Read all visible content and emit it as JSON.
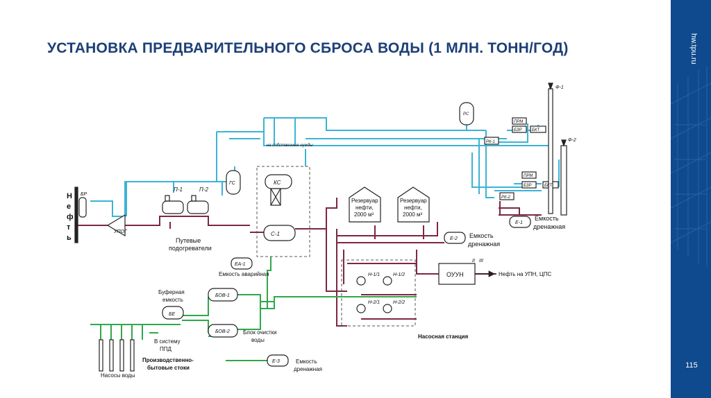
{
  "slide": {
    "title": "УСТАНОВКА ПРЕДВАРИТЕЛЬНОГО СБРОСА ВОДЫ (1 МЛН. ТОНН/ГОД)",
    "url": "hw.tpu.ru",
    "page_number": "115"
  },
  "diagram": {
    "oil_letters": [
      "Н",
      "е",
      "ф",
      "т",
      "ь"
    ],
    "br": "БР",
    "upog": "УПОГ",
    "p1": "П-1",
    "p2": "П-2",
    "heaters": [
      "Путевые",
      "подогреватели"
    ],
    "gs": "ГС",
    "ks": "КС",
    "c1": "С-1",
    "own_needs": "на собственные нужды",
    "rs": "РС",
    "prm_top": "ПРМ",
    "bsr_top": "БЗР",
    "bkt_top": "БКТ",
    "prm_bottom": "ПРМ",
    "bsr_bottom": "БЗР",
    "bkt_bottom": "БКТ",
    "rk1": "РК-1",
    "rk2": "РК-2",
    "f1": "Ф-1",
    "f2": "Ф-2",
    "e1": "Е-1",
    "drain_tank_right": [
      "Емкость",
      "дренажная"
    ],
    "tank1": [
      "Резервуар",
      "нефти,",
      "2000 м³"
    ],
    "tank2": [
      "Резервуар",
      "нефти,",
      "2000 м³"
    ],
    "e2": "Е-2",
    "drain_tank_mid": [
      "Емкость",
      "дренажная"
    ],
    "ea1": "ЕА-1",
    "emergency_tank": "Емкость аварийная",
    "ouun": "ОУУН",
    "roman_two": "II",
    "roman_three": "III",
    "oil_out": "Нефть на УПН, ЦПС",
    "pumps": [
      "Н-1/1",
      "Н-1/2",
      "Н-2/1",
      "Н-2/2"
    ],
    "pump_station": "Насосная станция",
    "buffer": [
      "Буферная",
      "емкость"
    ],
    "be": "БЕ",
    "bov1": "БОВ-1",
    "bov2": "БОВ-2",
    "water_block": [
      "Блок очистки",
      "воды"
    ],
    "to_ppd": [
      "В систему",
      "ППД"
    ],
    "prod_waste": [
      "Производственно-",
      "бытовые стоки"
    ],
    "e3": "Е-3",
    "drain_tank_bottom": [
      "Емкость",
      "дренажная"
    ],
    "water_pumps": "Насосы воды",
    "colors": {
      "gas": "#3bb3d6",
      "oil": "#7d2642",
      "water": "#2ea84a",
      "equipment": "#222222",
      "title": "#1d3f77",
      "panel": "#0f4a8e"
    }
  }
}
